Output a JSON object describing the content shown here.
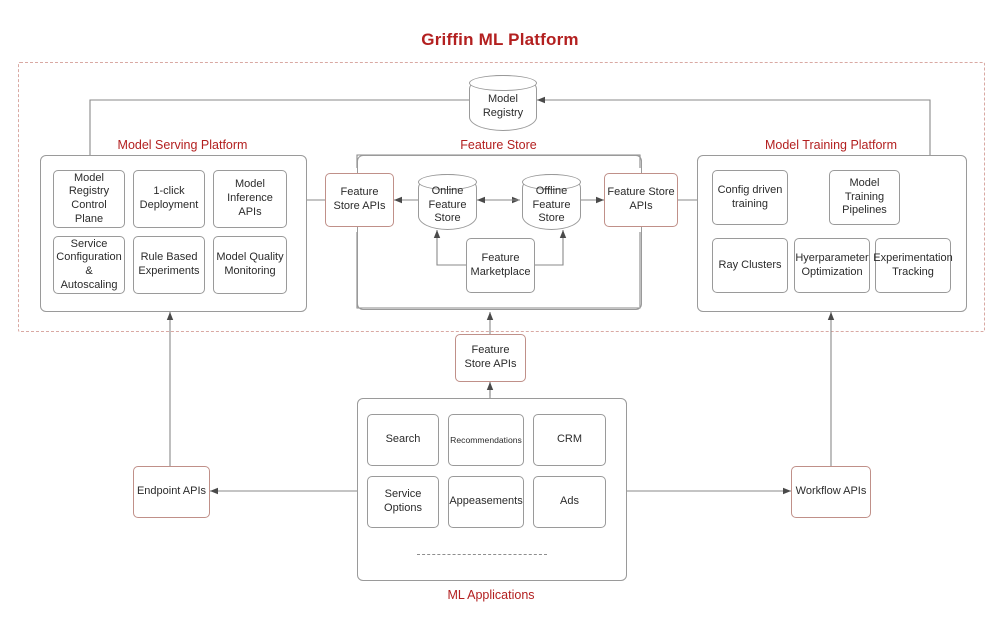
{
  "title": "Griffin ML Platform",
  "colors": {
    "accent_red": "#b32020",
    "node_accent_border": "#c09089",
    "node_border": "#9a9a9a",
    "dashed_boundary": "#d9a9a3",
    "wire": "#7b7b7b"
  },
  "registry": {
    "label": "Model\nRegistry",
    "line1": "Model",
    "line2": "Registry"
  },
  "serving": {
    "label": "Model Serving Platform",
    "nodes": [
      {
        "name": "model-registry-control-plane",
        "text": "Model Registry Control Plane"
      },
      {
        "name": "one-click-deployment",
        "text": "1-click Deployment"
      },
      {
        "name": "model-inference-apis",
        "text": "Model Inference APIs"
      },
      {
        "name": "service-configuration-autoscaling",
        "text": "Service Configuration & Autoscaling"
      },
      {
        "name": "rule-based-experiments",
        "text": "Rule Based Experiments"
      },
      {
        "name": "model-quality-monitoring",
        "text": "Model Quality Monitoring"
      }
    ]
  },
  "feature_store": {
    "label": "Feature Store",
    "api_left": "Feature Store APIs",
    "api_right": "Feature Store APIs",
    "online": "Online Feature Store",
    "offline": "Offline Feature Store",
    "marketplace": "Feature Marketplace"
  },
  "training": {
    "label": "Model Training Platform",
    "nodes": [
      {
        "name": "config-driven-training",
        "text": "Config driven training"
      },
      {
        "name": "model-training-pipelines",
        "text": "Model Training Pipelines"
      },
      {
        "name": "ray-clusters",
        "text": "Ray Clusters"
      },
      {
        "name": "hyperparameter-optimization",
        "text": "Hyerparameter Optimization"
      },
      {
        "name": "experimentation-tracking",
        "text": "Experimentation Tracking"
      }
    ]
  },
  "mid_feature_store_apis": "Feature Store APIs",
  "endpoint_apis": "Endpoint APIs",
  "workflow_apis": "Workflow APIs",
  "applications": {
    "label": "ML Applications",
    "nodes": [
      {
        "name": "app-search",
        "text": "Search",
        "small": false
      },
      {
        "name": "app-recommendations",
        "text": "Recommendations",
        "small": true
      },
      {
        "name": "app-crm",
        "text": "CRM",
        "small": false
      },
      {
        "name": "app-service-options",
        "text": "Service Options",
        "small": false
      },
      {
        "name": "app-appeasements",
        "text": "Appeasements",
        "small": false
      },
      {
        "name": "app-ads",
        "text": "Ads",
        "small": false
      }
    ]
  }
}
